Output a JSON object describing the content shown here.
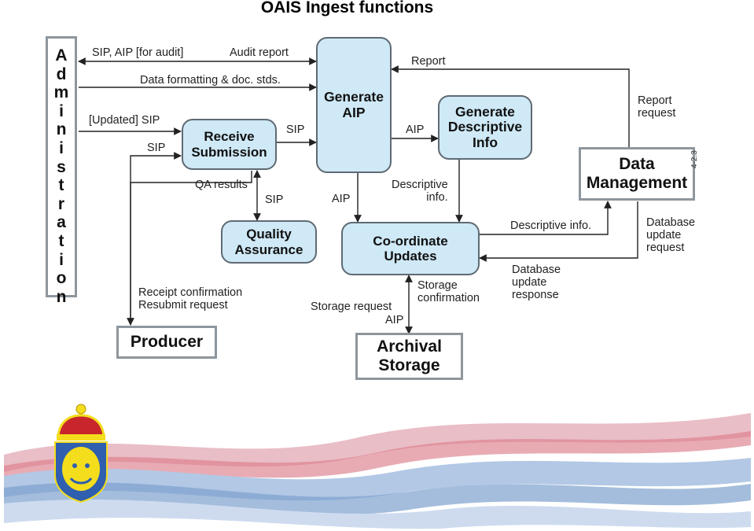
{
  "title": "OAIS Ingest functions",
  "administration": "A\nd\nm\ni\nn\ni\ns\nt\nr\na\nt\ni\no\nn",
  "doc_code": "4-2.3",
  "boxes": {
    "receive_submission": "Receive\nSubmission",
    "generate_aip": "Generate\nAIP",
    "generate_descriptive_info": "Generate\nDescriptive\nInfo",
    "quality_assurance": "Quality\nAssurance",
    "coordinate_updates": "Co-ordinate\nUpdates",
    "data_management": "Data\nManagement",
    "producer": "Producer",
    "archival_storage": "Archival\nStorage"
  },
  "labels": {
    "sip_aip_audit": "SIP, AIP [for audit]",
    "audit_report": "Audit report",
    "data_formatting": "Data formatting & doc. stds.",
    "updated_sip": "[Updated] SIP",
    "sip_left": "SIP",
    "sip_to_aip": "SIP",
    "aip_to_desc": "AIP",
    "report": "Report",
    "report_request": "Report\nrequest",
    "qa_results": "QA results",
    "sip_qa": "SIP",
    "aip_down": "AIP",
    "descriptive_info_left": "Descriptive\ninfo.",
    "descriptive_info_right": "Descriptive info.",
    "database_update_request": "Database\nupdate\nrequest",
    "database_update_response": "Database\nupdate\nresponse",
    "receipt_confirmation": "Receipt confirmation\nResubmit request",
    "storage_request": "Storage request",
    "aip_storage": "AIP",
    "storage_confirmation": "Storage\nconfirmation"
  },
  "colors": {
    "box_fill": "#cfe9f6",
    "box_border": "#5f6a73",
    "plain_border": "#8e969d",
    "wave_red": "#d9707f",
    "wave_blue": "#6f97c9",
    "emblem_blue": "#2f5fae",
    "emblem_yellow": "#f4dd1c",
    "emblem_red": "#c8262c"
  }
}
